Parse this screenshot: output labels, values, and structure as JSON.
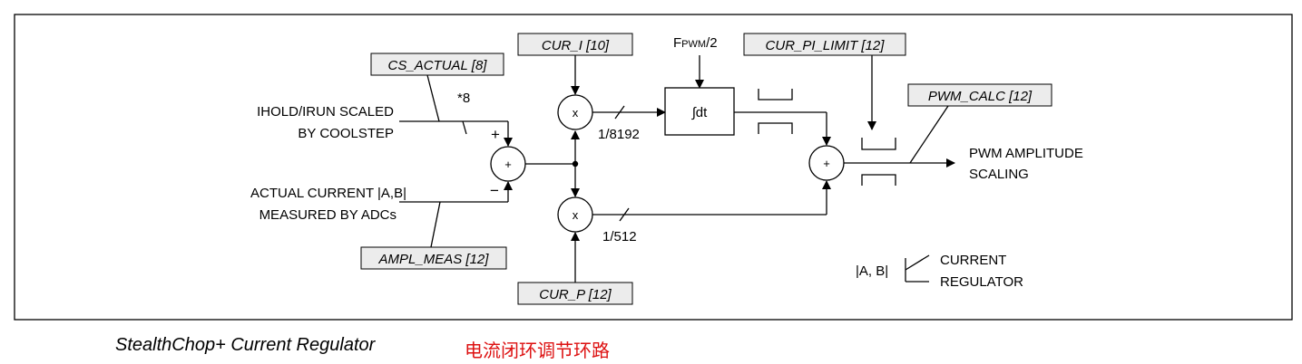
{
  "registers": {
    "cs_actual": "CS_ACTUAL [8]",
    "cur_i": "CUR_I [10]",
    "cur_pi_limit": "CUR_PI_LIMIT [12]",
    "pwm_calc": "PWM_CALC [12]",
    "ampl_meas": "AMPL_MEAS [12]",
    "cur_p": "CUR_P [12]"
  },
  "labels": {
    "ihold_line1": "IHOLD/IRUN SCALED",
    "ihold_line2": "BY COOLSTEP",
    "actual_line1": "ACTUAL CURRENT |A,B|",
    "actual_line2": "MEASURED BY ADCs",
    "times8": "*8",
    "plus": "+",
    "minus": "−",
    "scale_i": "1/8192",
    "scale_p": "1/512",
    "fpwm_main": "F",
    "fpwm_sub": "PWM",
    "fpwm_div": "/2",
    "integrator": "∫dt",
    "output_line1": "PWM AMPLITUDE",
    "output_line2": "SCALING",
    "legend_ab": "|A, B|",
    "legend_line1": "CURRENT",
    "legend_line2": "REGULATOR",
    "mult": "x",
    "sum": "+"
  },
  "caption": {
    "english": "StealthChop+ Current Regulator",
    "chinese": "电流闭环调节环路"
  }
}
